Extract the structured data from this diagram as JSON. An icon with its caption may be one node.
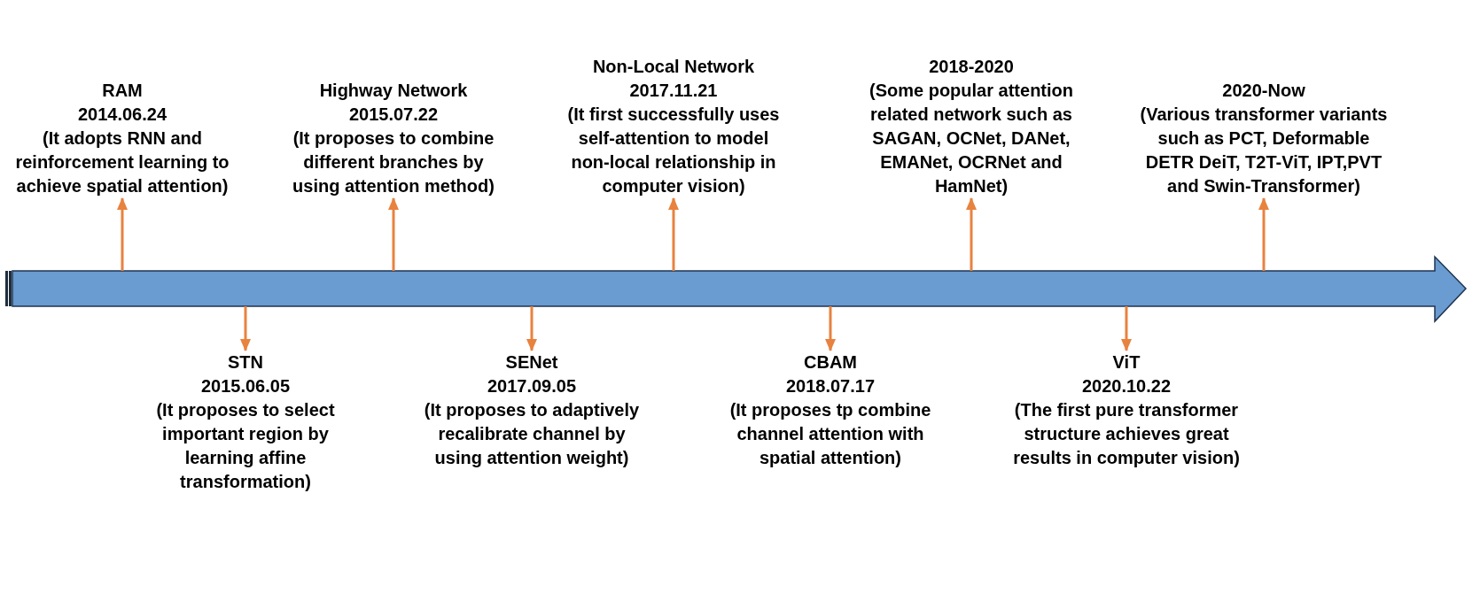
{
  "diagram": {
    "nodes": [
      {
        "text": [],
        "shape": "arrow"
      },
      {
        "text": [
          "RAM",
          "2014.06.24",
          "(It adopts RNN and reinforcement learning to achieve spatial attention)"
        ]
      },
      {
        "text": [
          "STN",
          "2015.06.05",
          "(It proposes to select important region by learning affine transformation)"
        ]
      },
      {
        "text": [
          "Highway Network",
          "2015.07.22",
          "(It proposes to combine different branches by using attention method)"
        ]
      },
      {
        "text": [
          "SENet",
          "2017.09.05",
          "(It proposes to adaptively recalibrate channel by using attention weight)"
        ]
      },
      {
        "text": [
          "Non-Local Network",
          "2017.11.21",
          "(It first successfully uses self-attention to model non-local relationship in computer vision)"
        ]
      },
      {
        "text": [
          "CBAM",
          "2018.07.17",
          "(It proposes tp combine channel attention with spatial attention)"
        ]
      },
      {
        "text": [
          "2018-2020",
          "(Some popular attention related network such as SAGAN, OCNet, DANet, EMANet, OCRNet and HamNet)"
        ]
      },
      {
        "text": [
          "ViT",
          "2020.10.22",
          "(The first pure transformer structure achieves great results in computer vision)"
        ]
      },
      {
        "text": [
          "2020-Now",
          "(Various transformer variants such as PCT, Deformable DETR DeiT, T2T-ViT, IPT,PVT and Swin-Transformer)"
        ]
      }
    ],
    "edges": [
      {
        "from": 0,
        "to": 1,
        "arrow": "to"
      },
      {
        "from": 0,
        "to": 2,
        "arrow": "to"
      },
      {
        "from": 0,
        "to": 3,
        "arrow": "to"
      },
      {
        "from": 0,
        "to": 4,
        "arrow": "to"
      },
      {
        "from": 0,
        "to": 5,
        "arrow": "to"
      },
      {
        "from": 0,
        "to": 6,
        "arrow": "to"
      },
      {
        "from": 0,
        "to": 7,
        "arrow": "to"
      },
      {
        "from": 0,
        "to": 8,
        "arrow": "to"
      },
      {
        "from": 0,
        "to": 9,
        "arrow": "to"
      }
    ]
  }
}
